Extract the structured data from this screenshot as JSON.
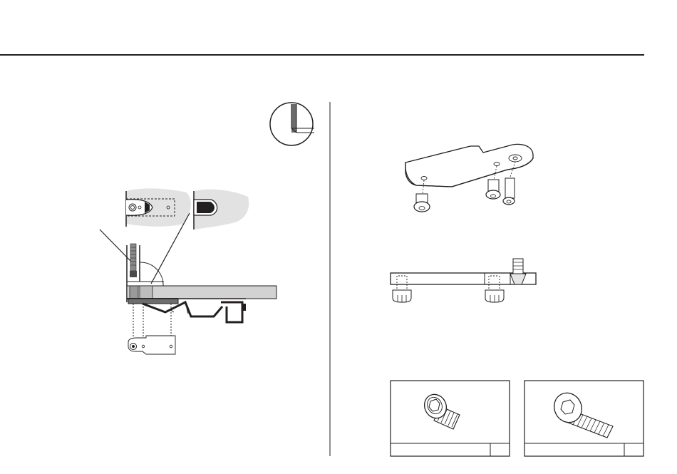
{
  "page": {
    "header_rule": "visible",
    "column_divider": "visible"
  },
  "colors": {
    "ink": "#231f20",
    "frame_fill": "#d2d2d2",
    "detail_fill": "#e0e0e0",
    "background": "#ffffff"
  },
  "left_panel": {
    "figure": "corner-bracket-installation-diagram",
    "callouts": [
      {
        "id": "bolt-callout",
        "text": ""
      },
      {
        "id": "bracket-callout",
        "text": ""
      }
    ],
    "inset_circle": {
      "icon": "corner-detail-icon"
    }
  },
  "right_panel": {
    "figures": [
      "bracket-isometric-diagram",
      "bracket-side-section-diagram"
    ],
    "hardware_cards": [
      {
        "icon": "button-head-screw-icon",
        "name": "",
        "qty": ""
      },
      {
        "icon": "flat-head-screw-icon",
        "name": "",
        "qty": ""
      }
    ]
  }
}
